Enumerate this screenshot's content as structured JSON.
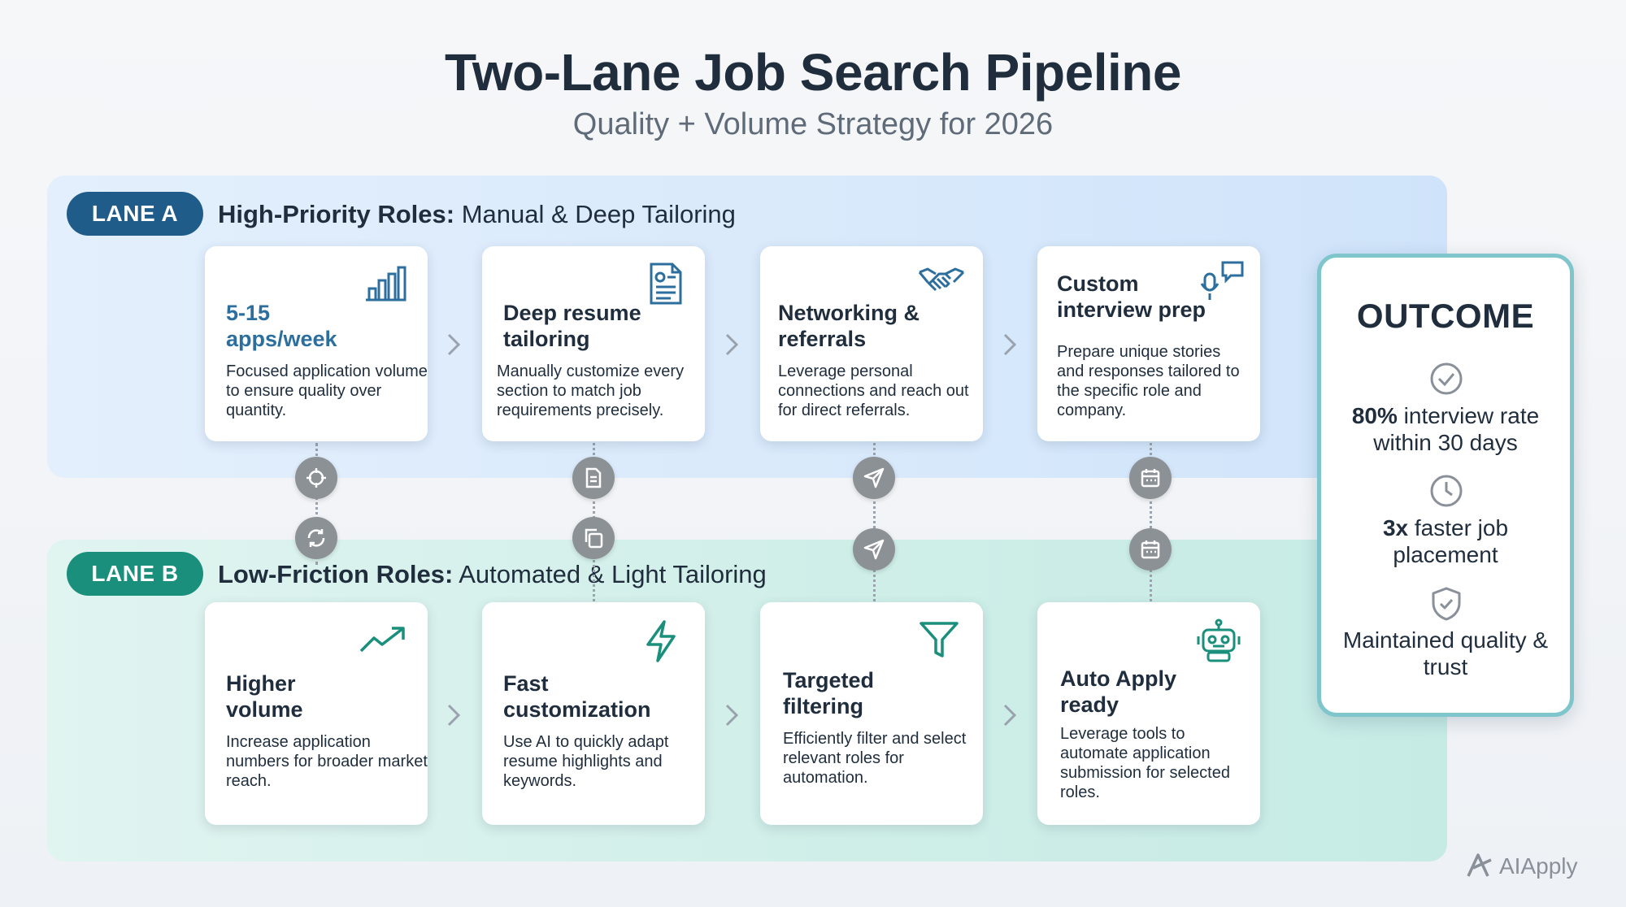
{
  "header": {
    "title": "Two-Lane Job Search Pipeline",
    "subtitle": "Quality + Volume Strategy for 2026"
  },
  "lane_a": {
    "pill": "LANE A",
    "heading_bold": "High-Priority Roles:",
    "heading_rest": " Manual & Deep Tailoring",
    "accent": "#1f5c8a",
    "cards": [
      {
        "title": "5-15 apps/week",
        "desc": "Focused application volume to ensure quality over quantity.",
        "icon": "bar-chart-icon"
      },
      {
        "title": "Deep resume tailoring",
        "desc": "Manually customize every section to match job requirements precisely.",
        "icon": "document-icon"
      },
      {
        "title": "Networking & referrals",
        "desc": "Leverage personal connections and reach out for direct referrals.",
        "icon": "handshake-icon"
      },
      {
        "title": "Custom interview prep",
        "desc": "Prepare unique stories and responses tailored to the specific role and company.",
        "icon": "microphone-chat-icon"
      }
    ]
  },
  "lane_b": {
    "pill": "LANE B",
    "heading_bold": "Low-Friction Roles:",
    "heading_rest": " Automated & Light Tailoring",
    "accent": "#1a8f7c",
    "cards": [
      {
        "title": "Higher volume",
        "desc": "Increase application numbers for broader market reach.",
        "icon": "trending-up-icon"
      },
      {
        "title": "Fast customization",
        "desc": "Use AI to quickly adapt resume highlights and keywords.",
        "icon": "lightning-icon"
      },
      {
        "title": "Targeted filtering",
        "desc": "Efficiently filter and select relevant roles for automation.",
        "icon": "filter-icon"
      },
      {
        "title": "Auto Apply ready",
        "desc": "Leverage tools to automate application submission for selected roles.",
        "icon": "robot-icon"
      }
    ]
  },
  "outcome": {
    "title": "OUTCOME",
    "items": [
      {
        "bold": "80%",
        "rest": " interview rate within 30 days",
        "icon": "check-circle-icon"
      },
      {
        "bold": "3x",
        "rest": " faster job placement",
        "icon": "clock-icon"
      },
      {
        "bold": "",
        "rest": "Maintained quality & trust",
        "icon": "shield-check-icon"
      }
    ]
  },
  "logo": {
    "text": "AIApply"
  }
}
